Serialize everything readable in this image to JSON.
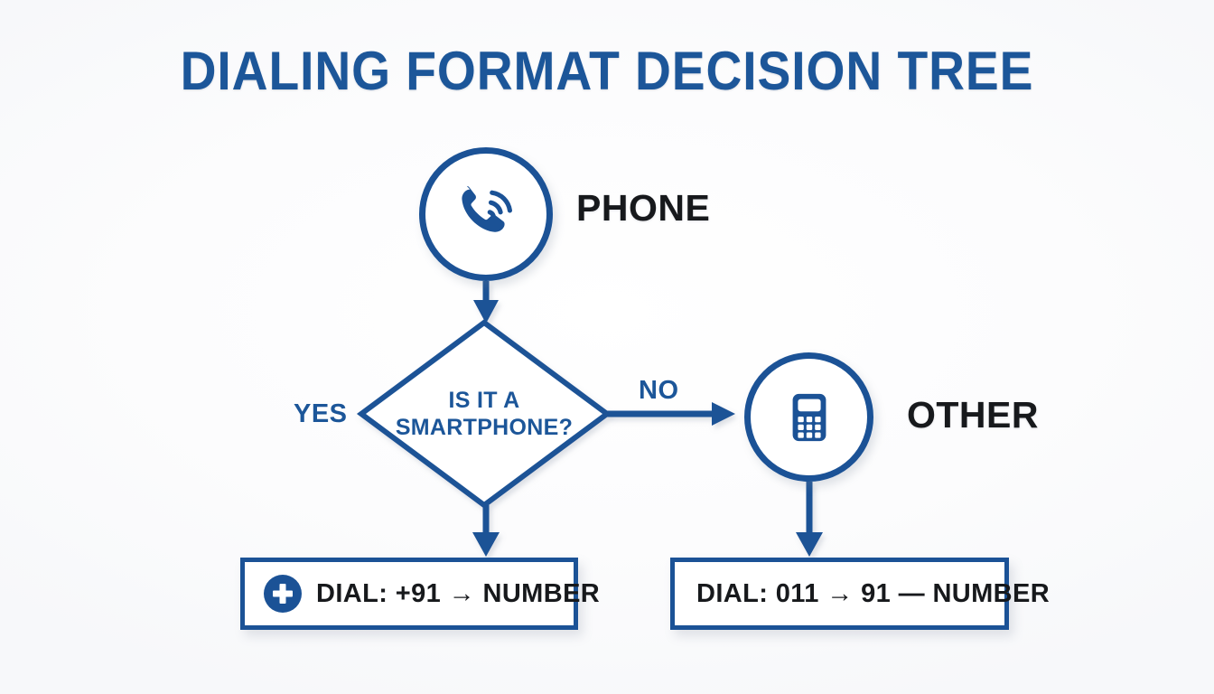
{
  "page": {
    "title": "DIALING FORMAT DECISION TREE",
    "background_color": "#fdfdfd",
    "accent_color": "#1b5296",
    "title_color": "#1c5699",
    "label_color": "#17191c"
  },
  "nodes": {
    "start": {
      "label": "PHONE",
      "icon": "phone-call-icon"
    },
    "decision": {
      "line1": "IS IT A",
      "line2": "SMARTPHONE?",
      "shape": "diamond"
    },
    "other": {
      "label": "OTHER",
      "icon": "calculator-keypad-icon"
    }
  },
  "branches": {
    "yes": "YES",
    "no": "NO"
  },
  "results": {
    "left": {
      "text": "DIAL: +91 → NUMBER",
      "icon": "plus-circle-icon"
    },
    "right": {
      "text": "DIAL: 011 → 91 — NUMBER"
    }
  }
}
